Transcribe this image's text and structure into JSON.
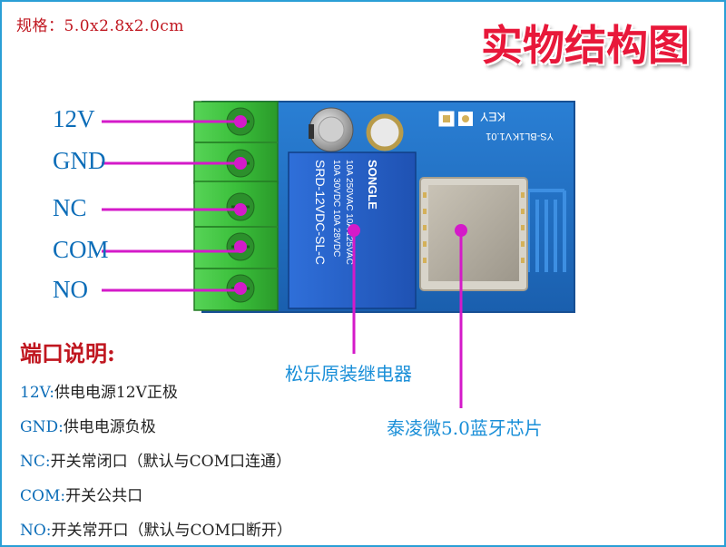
{
  "spec": "规格：5.0x2.8x2.0cm",
  "title": "实物结构图",
  "pins": [
    "12V",
    "GND",
    "NC",
    "COM",
    "NO"
  ],
  "pcb_text": {
    "key": "KEY",
    "model": "YS-BL1K",
    "version": "V1.01",
    "relay_brand": "SONGLE",
    "relay_model": "SRD-12VDC-SL-C",
    "relay_rating_1": "10A 250VAC  10A 125VAC",
    "relay_rating_2": "10A 30VDC  10A 28VDC"
  },
  "callouts": {
    "relay": "松乐原装继电器",
    "chip": "泰凌微5.0蓝牙芯片"
  },
  "port_section_title": "端口说明:",
  "port_desc": [
    {
      "key": "12V:",
      "text": "供电电源12V正极"
    },
    {
      "key": "GND:",
      "text": "供电电源负极"
    },
    {
      "key": "NC:",
      "text": "开关常闭口（默认与COM口连通）"
    },
    {
      "key": "COM:",
      "text": "开关公共口"
    },
    {
      "key": "NO:",
      "text": "开关常开口（默认与COM口断开）"
    }
  ],
  "colors": {
    "frame": "#2a9fd6",
    "pcb": "#1f6fc4",
    "terminal": "#3bbf3b",
    "marker": "#d41ac9",
    "title": "#e8183a",
    "callout": "#1a8fd8"
  }
}
